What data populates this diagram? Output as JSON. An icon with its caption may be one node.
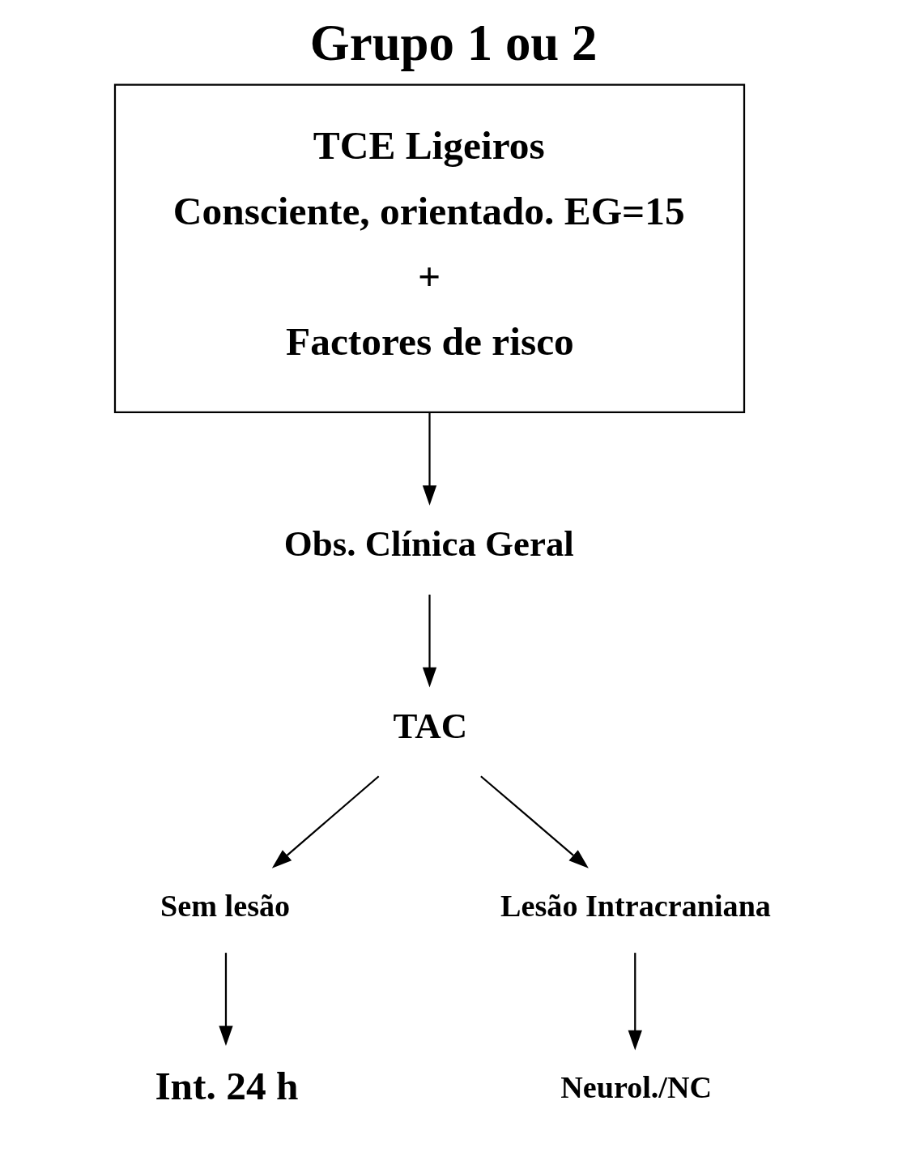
{
  "diagram": {
    "title": "Grupo 1 ou 2",
    "nodes": [
      {
        "text": [
          "TCE Ligeiros",
          "Consciente, orientado. EG=15",
          "+",
          "Factores de risco"
        ]
      },
      {
        "text": [
          "Obs. Clínica Geral"
        ]
      },
      {
        "text": [
          "TAC"
        ]
      },
      {
        "text": [
          "Sem lesão"
        ]
      },
      {
        "text": [
          "Lesão Intracraniana"
        ]
      },
      {
        "text": [
          "Int. 24 h"
        ]
      },
      {
        "text": [
          "Neurol./NC"
        ]
      }
    ],
    "edges": [
      {
        "from": 0,
        "to": 1,
        "arrow": "to"
      },
      {
        "from": 1,
        "to": 2,
        "arrow": "to"
      },
      {
        "from": 2,
        "to": 3,
        "arrow": "to"
      },
      {
        "from": 2,
        "to": 4,
        "arrow": "to"
      },
      {
        "from": 3,
        "to": 5,
        "arrow": "to"
      },
      {
        "from": 4,
        "to": 6,
        "arrow": "to"
      }
    ]
  }
}
